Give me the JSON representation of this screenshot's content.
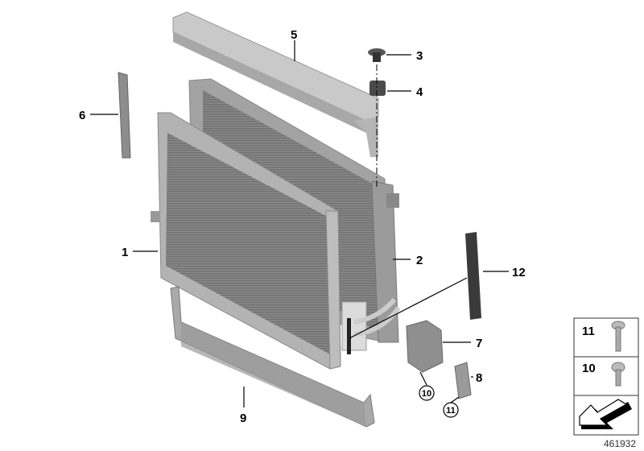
{
  "diagram": {
    "callouts": [
      {
        "id": "1",
        "text": "1"
      },
      {
        "id": "2",
        "text": "2"
      },
      {
        "id": "3",
        "text": "3"
      },
      {
        "id": "4",
        "text": "4"
      },
      {
        "id": "5",
        "text": "5"
      },
      {
        "id": "6",
        "text": "6"
      },
      {
        "id": "7",
        "text": "7"
      },
      {
        "id": "8",
        "text": "8"
      },
      {
        "id": "9",
        "text": "9"
      },
      {
        "id": "12",
        "text": "12"
      }
    ],
    "circled_callouts": [
      {
        "id": "10",
        "text": "10"
      },
      {
        "id": "11",
        "text": "11"
      }
    ],
    "legend": {
      "rows": [
        {
          "number": "11",
          "icon": "long-screw-icon"
        },
        {
          "number": "10",
          "icon": "short-screw-icon"
        },
        {
          "number": "",
          "icon": "direction-arrow-icon"
        }
      ]
    },
    "reference_number": "461932"
  }
}
